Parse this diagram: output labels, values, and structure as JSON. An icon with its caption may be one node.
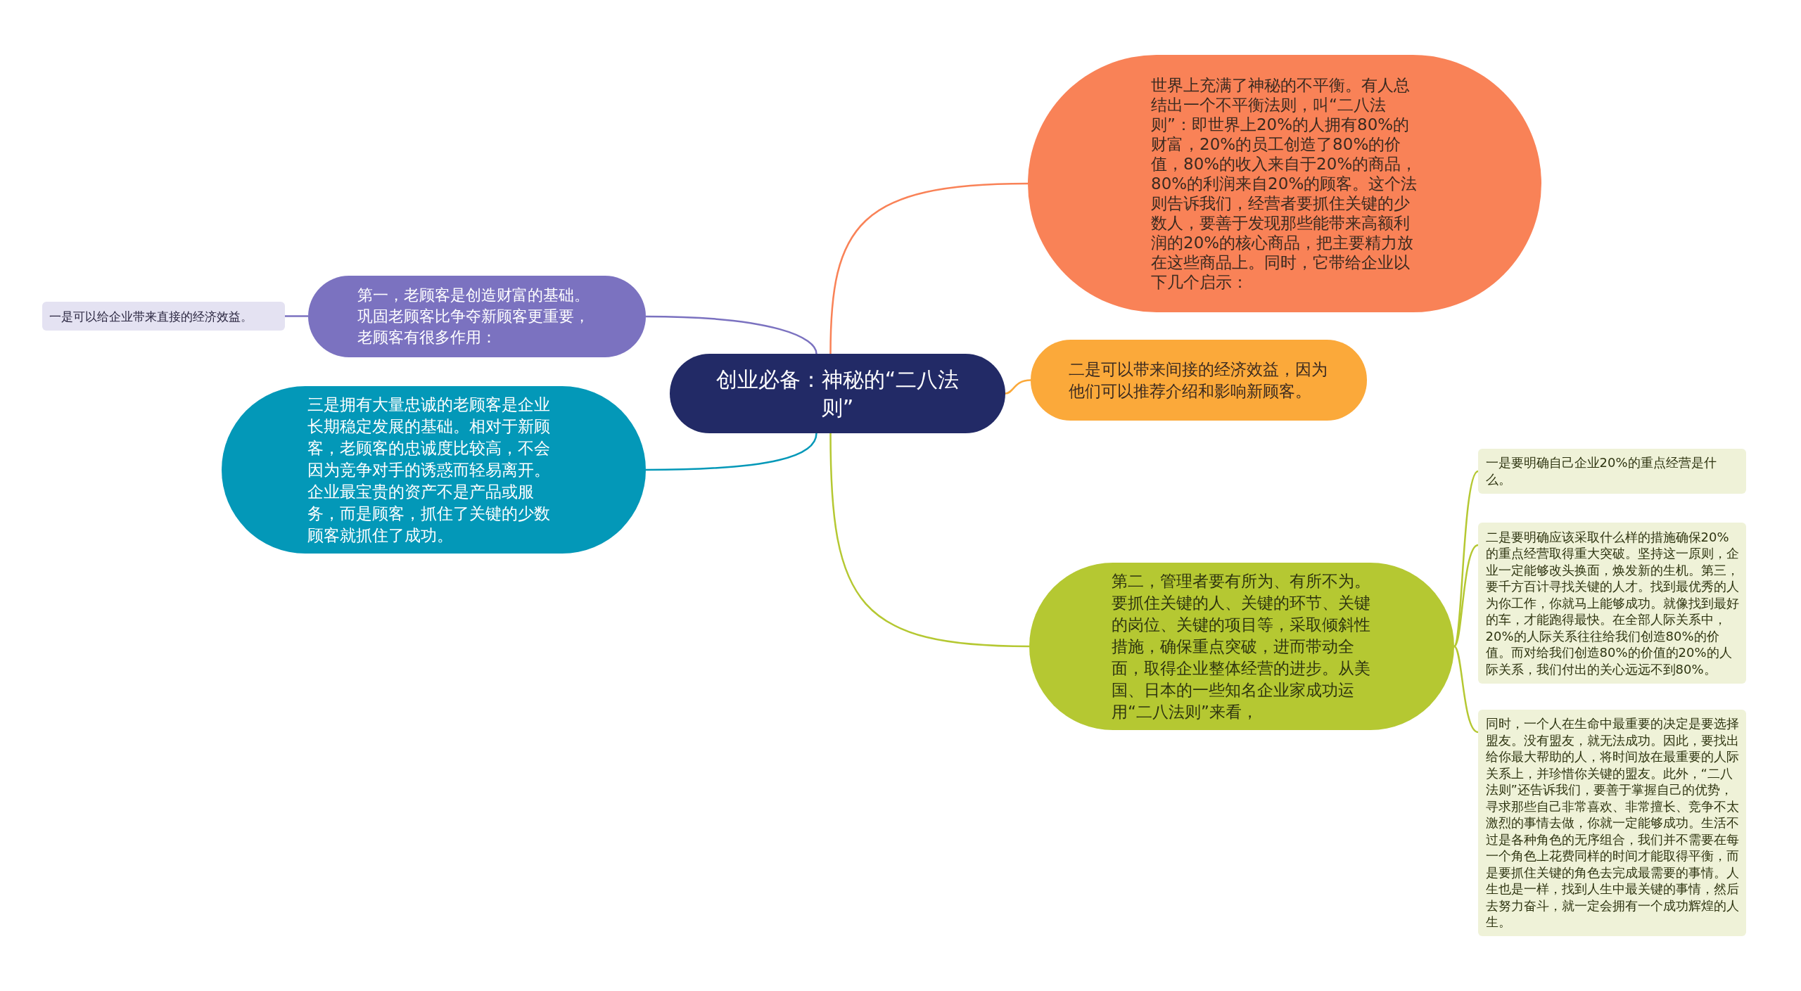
{
  "diagram": {
    "nodes": [
      {
        "text": [
          "创业必备：神秘的“二八法则”"
        ]
      },
      {
        "text": [
          "世界上充满了神秘的不平衡。有人总结出一个不平衡法则，叫“二八法则”：即世界上20%的人拥有80%的财富，20%的员工创造了80%的价值，80%的收入来自于20%的商品，80%的利润来自20%的顾客。这个法则告诉我们，经营者要抓住关键的少数人，要善于发现那些能带来高额利润的20%的核心商品，把主要精力放在这些商品上。同时，它带给企业以下几个启示："
        ]
      },
      {
        "text": [
          "二是可以带来间接的经济效益，因为他们可以推荐介绍和影响新顾客。"
        ]
      },
      {
        "text": [
          "第二，管理者要有所为、有所不为。要抓住关键的人、关键的环节、关键的岗位、关键的项目等，采取倾斜性措施，确保重点突破，进而带动全面，取得企业整体经营的进步。从美国、日本的一些知名企业家成功运用“二八法则”来看，"
        ]
      },
      {
        "text": [
          "一是要明确自己企业20%的重点经营是什么。"
        ]
      },
      {
        "text": [
          "二是要明确应该采取什么样的措施确保20%的重点经营取得重大突破。坚持这一原则，企业一定能够改头换面，焕发新的生机。第三，要千方百计寻找关键的人才。找到最优秀的人为你工作，你就马上能够成功。就像找到最好的车，才能跑得最快。在全部人际关系中，20%的人际关系往往给我们创造80%的价值。而对给我们创造80%的价值的20%的人际关系，我们付出的关心远远不到80%。"
        ]
      },
      {
        "text": [
          "同时，一个人在生命中最重要的决定是要选择盟友。没有盟友，就无法成功。因此，要找出给你最大帮助的人，将时间放在最重要的人际关系上，并珍惜你关键的盟友。此外，“二八法则”还告诉我们，要善于掌握自己的优势，寻求那些自己非常喜欢、非常擅长、竞争不太激烈的事情去做，你就一定能够成功。生活不过是各种角色的无序组合，我们并不需要在每一个角色上花费同样的时间才能取得平衡，而是要抓住关键的角色去完成最需要的事情。人生也是一样，找到人生中最关键的事情，然后去努力奋斗，就一定会拥有一个成功辉煌的人生。"
        ]
      },
      {
        "text": [
          "第一，老顾客是创造财富的基础。巩固老顾客比争夺新顾客更重要，老顾客有很多作用："
        ]
      },
      {
        "text": [
          "一是可以给企业带来直接的经济效益。"
        ]
      },
      {
        "text": [
          "三是拥有大量忠诚的老顾客是企业长期稳定发展的基础。相对于新顾客，老顾客的忠诚度比较高，不会因为竞争对手的诱惑而轻易离开。企业最宝贵的资产不是产品或服务，而是顾客，抓住了关键的少数顾客就抓住了成功。"
        ]
      }
    ],
    "edges": [
      {
        "from": 0,
        "to": 1,
        "arrow": "none",
        "color": "#f98257"
      },
      {
        "from": 0,
        "to": 2,
        "arrow": "none",
        "color": "#fba93a"
      },
      {
        "from": 0,
        "to": 3,
        "arrow": "none",
        "color": "#b5c832"
      },
      {
        "from": 3,
        "to": 4,
        "arrow": "none",
        "color": "#b5c832"
      },
      {
        "from": 3,
        "to": 5,
        "arrow": "none",
        "color": "#b5c832"
      },
      {
        "from": 3,
        "to": 6,
        "arrow": "none",
        "color": "#b5c832"
      },
      {
        "from": 0,
        "to": 7,
        "arrow": "none",
        "color": "#7b72c0"
      },
      {
        "from": 7,
        "to": 8,
        "arrow": "none",
        "color": "#7b72c0"
      },
      {
        "from": 0,
        "to": 9,
        "arrow": "none",
        "color": "#0398b8"
      }
    ]
  }
}
